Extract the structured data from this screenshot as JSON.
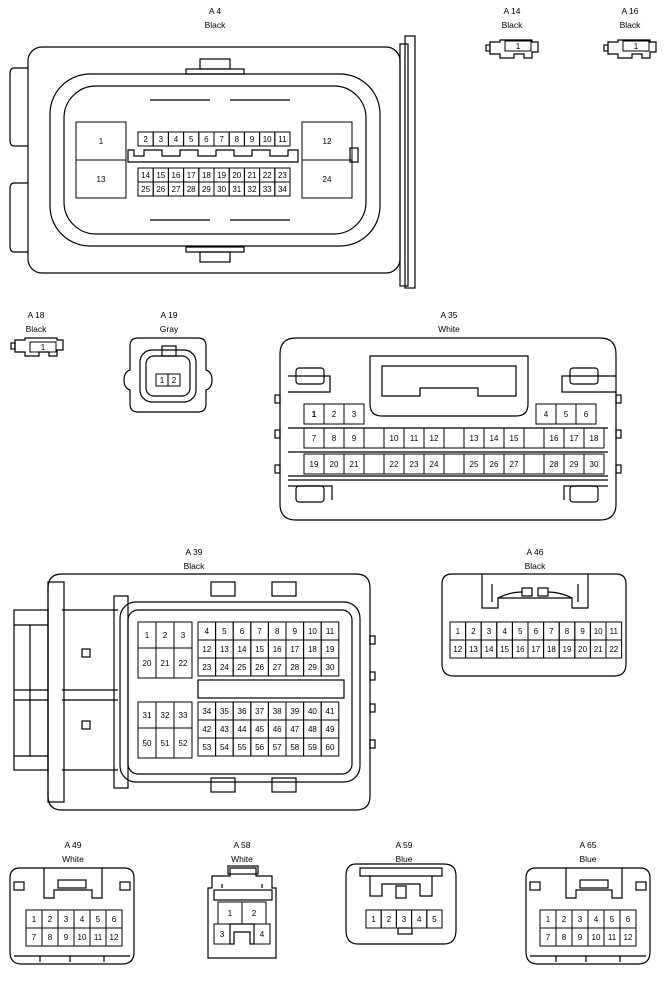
{
  "connectors": [
    {
      "id": "a4",
      "code": "A 4",
      "color": "Black",
      "pins": {
        "left": [
          "1",
          "13"
        ],
        "right": [
          "12",
          "24"
        ],
        "row1": [
          "2",
          "3",
          "4",
          "5",
          "6",
          "7",
          "8",
          "9",
          "10",
          "11"
        ],
        "row2": [
          "14",
          "15",
          "16",
          "17",
          "18",
          "19",
          "20",
          "21",
          "22",
          "23"
        ],
        "row3": [
          "25",
          "26",
          "27",
          "28",
          "29",
          "30",
          "31",
          "32",
          "33",
          "34"
        ]
      }
    },
    {
      "id": "a14",
      "code": "A 14",
      "color": "Black",
      "pins": [
        "1"
      ]
    },
    {
      "id": "a16",
      "code": "A 16",
      "color": "Black",
      "pins": [
        "1"
      ]
    },
    {
      "id": "a18",
      "code": "A 18",
      "color": "Black",
      "pins": [
        "1"
      ]
    },
    {
      "id": "a19",
      "code": "A 19",
      "color": "Gray",
      "pins": [
        "1",
        "2"
      ]
    },
    {
      "id": "a35",
      "code": "A 35",
      "color": "White",
      "pins": {
        "row1": [
          "1",
          "2",
          "3",
          "",
          "",
          "",
          "",
          "",
          "",
          "",
          "",
          "",
          "",
          "4",
          "5",
          "6"
        ],
        "row2": [
          "7",
          "8",
          "9",
          "",
          "10",
          "11",
          "12",
          "",
          "13",
          "14",
          "15",
          "",
          "16",
          "17",
          "18"
        ],
        "row3": [
          "19",
          "20",
          "21",
          "",
          "22",
          "23",
          "24",
          "",
          "25",
          "26",
          "27",
          "",
          "28",
          "29",
          "30"
        ]
      }
    },
    {
      "id": "a39",
      "code": "A 39",
      "color": "Black",
      "pins": {
        "bl1": [
          "1",
          "2",
          "3"
        ],
        "bl2": [
          "20",
          "21",
          "22"
        ],
        "bl3": [
          "31",
          "32",
          "33"
        ],
        "bl4": [
          "50",
          "51",
          "52"
        ],
        "r1": [
          "4",
          "5",
          "6",
          "7",
          "8",
          "9",
          "10",
          "11"
        ],
        "r2": [
          "12",
          "13",
          "14",
          "15",
          "16",
          "17",
          "18",
          "19"
        ],
        "r3": [
          "23",
          "24",
          "25",
          "26",
          "27",
          "28",
          "29",
          "30"
        ],
        "r4": [
          "34",
          "35",
          "36",
          "37",
          "38",
          "39",
          "40",
          "41"
        ],
        "r5": [
          "42",
          "43",
          "44",
          "45",
          "46",
          "47",
          "48",
          "49"
        ],
        "r6": [
          "53",
          "54",
          "55",
          "56",
          "57",
          "58",
          "59",
          "60"
        ]
      }
    },
    {
      "id": "a46",
      "code": "A 46",
      "color": "Black",
      "pins": {
        "row1": [
          "1",
          "2",
          "3",
          "4",
          "5",
          "6",
          "7",
          "8",
          "9",
          "10",
          "11"
        ],
        "row2": [
          "12",
          "13",
          "14",
          "15",
          "16",
          "17",
          "18",
          "19",
          "20",
          "21",
          "22"
        ]
      }
    },
    {
      "id": "a49",
      "code": "A 49",
      "color": "White",
      "pins": {
        "row1": [
          "1",
          "2",
          "3",
          "4",
          "5",
          "6"
        ],
        "row2": [
          "7",
          "8",
          "9",
          "10",
          "11",
          "12"
        ]
      }
    },
    {
      "id": "a58",
      "code": "A 58",
      "color": "White",
      "pins": [
        "1",
        "2",
        "3",
        "4"
      ]
    },
    {
      "id": "a59",
      "code": "A 59",
      "color": "Blue",
      "pins": [
        "1",
        "2",
        "3",
        "4",
        "5"
      ]
    },
    {
      "id": "a65",
      "code": "A 65",
      "color": "Blue",
      "pins": {
        "row1": [
          "1",
          "2",
          "3",
          "4",
          "5",
          "6"
        ],
        "row2": [
          "7",
          "8",
          "9",
          "10",
          "11",
          "12"
        ]
      }
    }
  ]
}
